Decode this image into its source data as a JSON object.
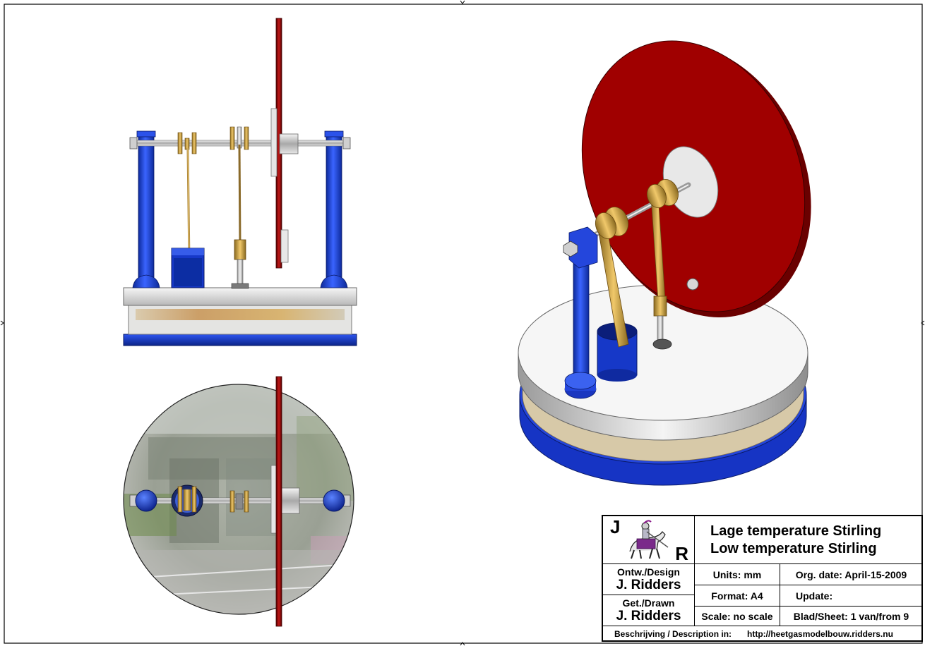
{
  "drawing": {
    "views": [
      "front-view",
      "top-view",
      "isometric-view"
    ],
    "colors": {
      "flywheel": "#9b0000",
      "frame_blue": "#1b3fd1",
      "brass": "#c8a040",
      "aluminium": "#d8d8d8",
      "base_plate": "#f2f2f2"
    }
  },
  "title_block": {
    "logo": {
      "letter_top": "J",
      "letter_bottom": "R"
    },
    "title_nl": "Lage temperature Stirling",
    "title_en": "Low temperature Stirling",
    "design_label": "Ontw./Design",
    "design_name": "J. Ridders",
    "drawn_label": "Get./Drawn",
    "drawn_name": "J. Ridders",
    "units": "Units: mm",
    "format": "Format: A4",
    "scale": "Scale: no scale",
    "org_date": "Org. date: April-15-2009",
    "update": "Update:",
    "sheet": "Blad/Sheet: 1 van/from 9",
    "description_label": "Beschrijving / Description in:",
    "description_url": "http://heetgasmodelbouw.ridders.nu"
  }
}
